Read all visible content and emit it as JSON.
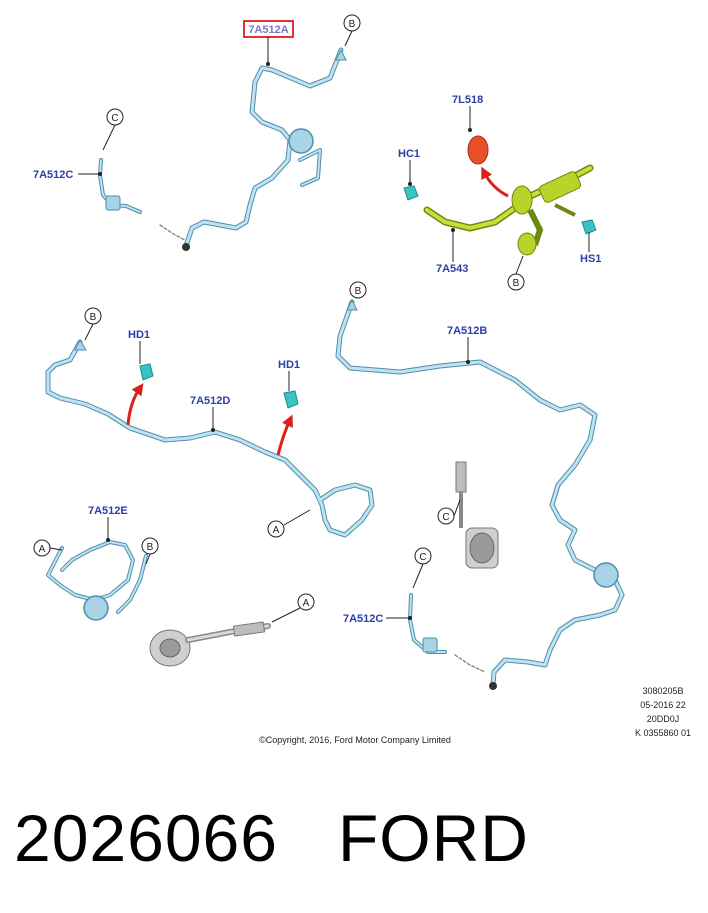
{
  "callouts": {
    "c7A512A": "7A512A",
    "c7A512C_top": "7A512C",
    "c7L518": "7L518",
    "cHC1": "HC1",
    "c7A543": "7A543",
    "cHS1": "HS1",
    "cHD1_left": "HD1",
    "cHD1_right": "HD1",
    "c7A512D": "7A512D",
    "c7A512B": "7A512B",
    "c7A512E": "7A512E",
    "c7A512C_bottom": "7A512C"
  },
  "connectors": {
    "b1": "B",
    "c1": "C",
    "b2": "B",
    "b3": "B",
    "b4": "B",
    "a1": "A",
    "a2": "A",
    "b5": "B",
    "a3": "A",
    "c2": "C",
    "c3": "C"
  },
  "meta": {
    "line1": "3080205B",
    "line2": "05-2016 22",
    "line3": "20DD0J",
    "line4": "K 0355860 01"
  },
  "copyright": "©Copyright, 2016, Ford Motor Company Limited",
  "footer": {
    "part_number": "2026066",
    "brand": "FORD"
  },
  "colors": {
    "hose": "#a8d4e6",
    "hose_outline": "#4e8fae",
    "highlight_part": "#b7d42a",
    "red_part": "#e8502c",
    "arrow_red": "#d9201a",
    "clip_cyan": "#38c4c4",
    "callout_text": "#2b3fa8",
    "highlight_box": "#e23232"
  }
}
